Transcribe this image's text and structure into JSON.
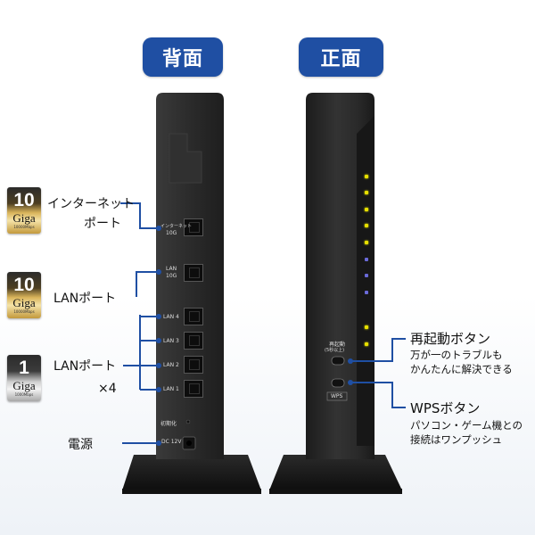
{
  "headers": {
    "back": "背面",
    "front": "正面"
  },
  "badges": [
    {
      "num": "10",
      "giga": "Giga",
      "sub": "10000Mbps",
      "style": "gold"
    },
    {
      "num": "10",
      "giga": "Giga",
      "sub": "10000Mbps",
      "style": "gold"
    },
    {
      "num": "1",
      "giga": "Giga",
      "sub": "1000Mbps",
      "style": "silver"
    }
  ],
  "back_labels": {
    "internet_line1": "インターネット",
    "internet_line2": "ポート",
    "lan_port": "LANポート",
    "lan_port_x4_line1": "LANポート",
    "lan_port_x4_line2": "×4",
    "power": "電源"
  },
  "device_text": {
    "internet_small": "インターネット",
    "internet_speed": "10G",
    "lan_small": "LAN",
    "lan_speed": "10G",
    "lan4": "LAN 4",
    "lan3": "LAN 3",
    "lan2": "LAN 2",
    "lan1": "LAN 1",
    "init": "初期化",
    "dc": "DC 12V",
    "restart_small": "再起動",
    "restart_small2": "(5秒以上)",
    "wps_small": "WPS"
  },
  "front_labels": {
    "restart_title": "再起動ボタン",
    "restart_note1": "万が一のトラブルも",
    "restart_note2": "かんたんに解決できる",
    "wps_title": "WPSボタン",
    "wps_note1": "パソコン・ゲーム機との",
    "wps_note2": "接続はワンプッシュ"
  },
  "colors": {
    "accent": "#1f4fa3",
    "device": "#2a2a2a"
  }
}
